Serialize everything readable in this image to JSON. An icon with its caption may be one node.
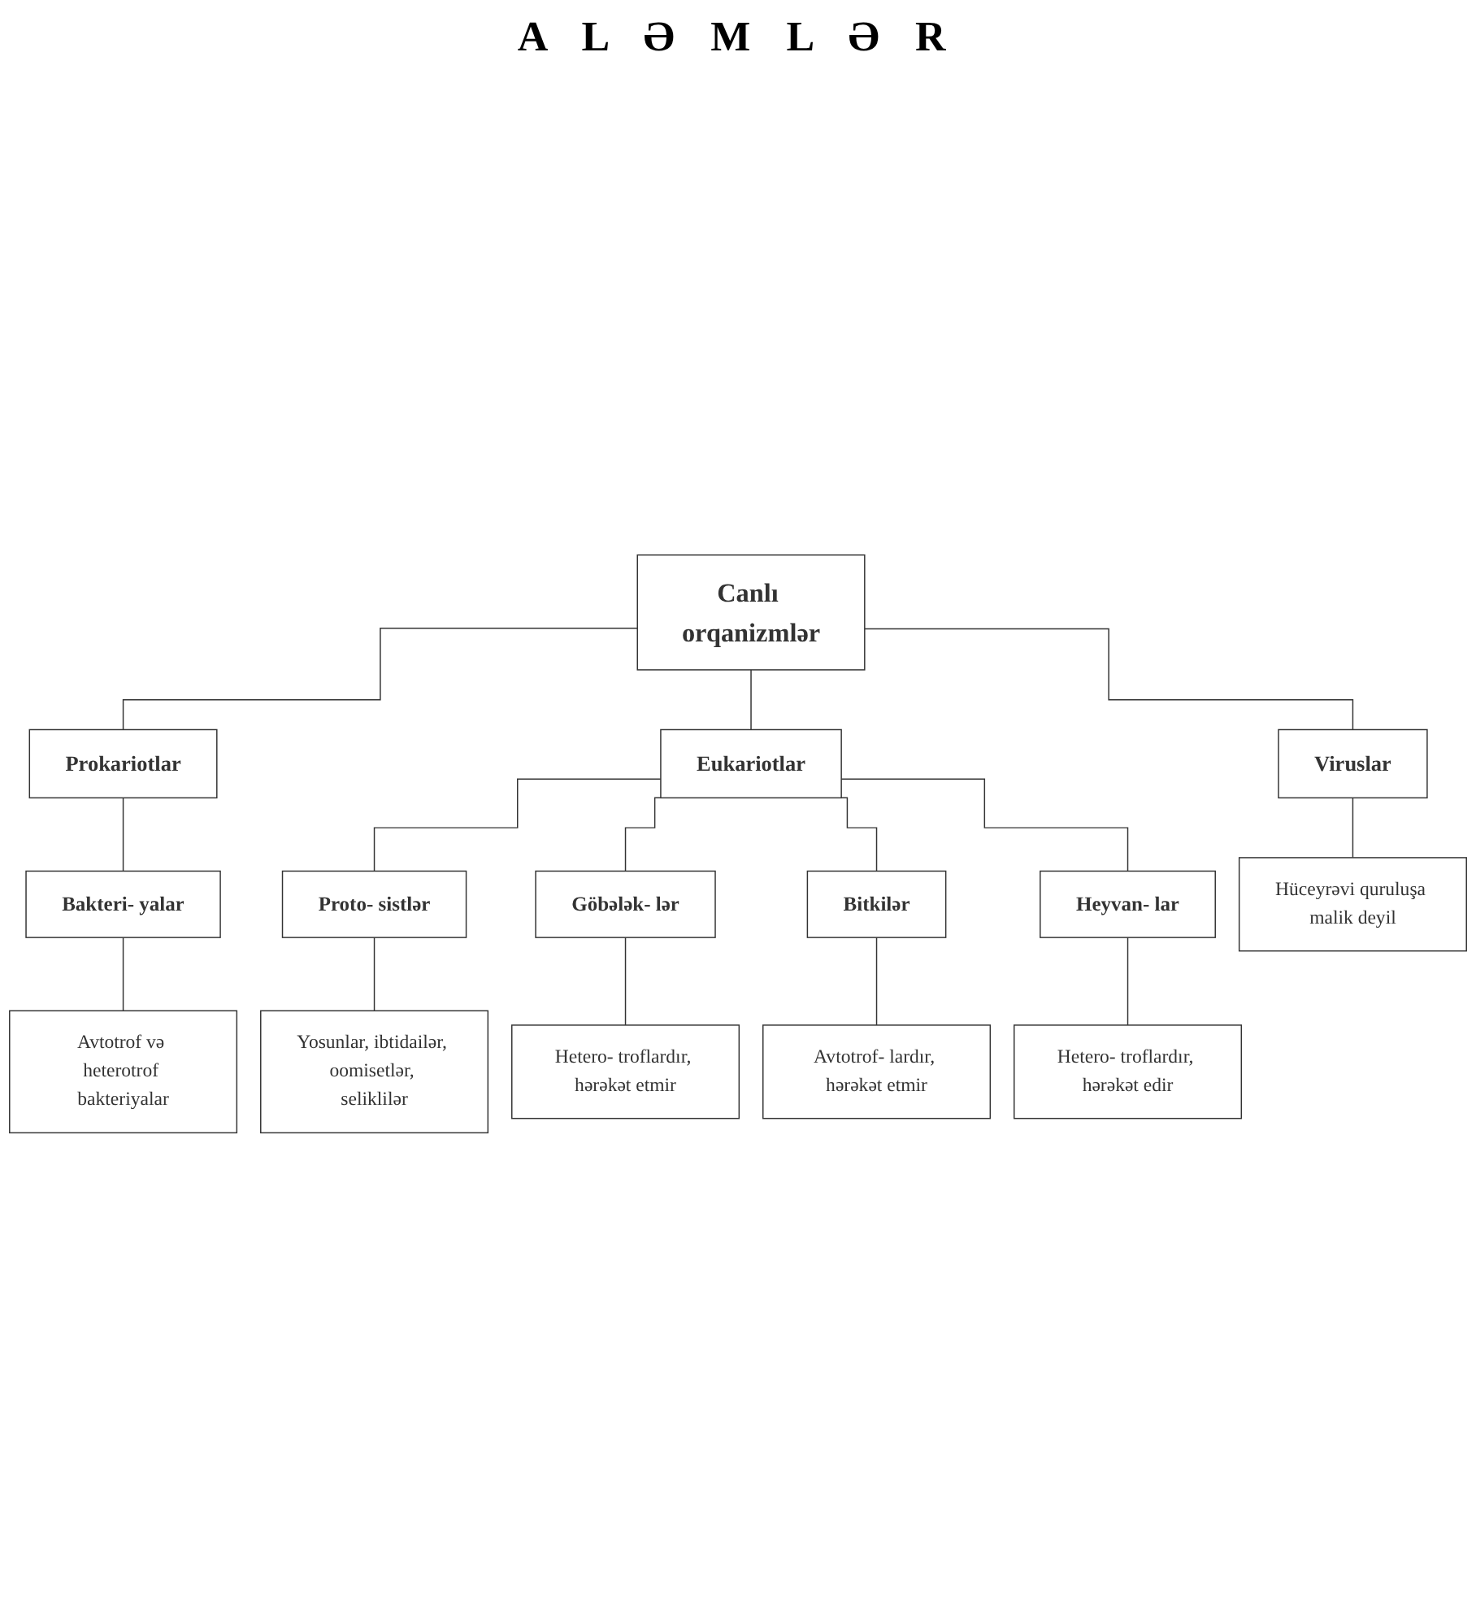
{
  "diagram": {
    "nodes": [
      {
        "text": [
          "Canlı orqanizmlər"
        ]
      },
      {
        "text": [
          "Prokariotlar"
        ]
      },
      {
        "text": [
          "Eukariotlar"
        ]
      },
      {
        "text": [
          "Viruslar"
        ]
      },
      {
        "text": [
          "Bakteri- yalar"
        ]
      },
      {
        "text": [
          "Proto- sistlər"
        ]
      },
      {
        "text": [
          "Göbələk- lər"
        ]
      },
      {
        "text": [
          "Bitkilər"
        ]
      },
      {
        "text": [
          "Heyvan- lar"
        ]
      },
      {
        "text": [
          "Avtotrof və heterotrof bakteriyalar"
        ]
      },
      {
        "text": [
          "Yosunlar, ibtidailər, oomisetlər, seliklilər"
        ]
      },
      {
        "text": [
          "Hetero- troflardır, hərəkət etmir"
        ]
      },
      {
        "text": [
          "Avtotrof- lardır, hərəkət etmir"
        ]
      },
      {
        "text": [
          "Hetero- troflardır, hərəkət edir"
        ]
      },
      {
        "text": [
          "Hüceyrəvi quruluşa malik deyil"
        ]
      }
    ],
    "edges": [
      {
        "from": 0,
        "to": 1,
        "arrow": "none"
      },
      {
        "from": 0,
        "to": 2,
        "arrow": "none"
      },
      {
        "from": 0,
        "to": 3,
        "arrow": "none"
      },
      {
        "from": 1,
        "to": 4,
        "arrow": "none"
      },
      {
        "from": 2,
        "to": 5,
        "arrow": "none"
      },
      {
        "from": 2,
        "to": 6,
        "arrow": "none"
      },
      {
        "from": 2,
        "to": 7,
        "arrow": "none"
      },
      {
        "from": 2,
        "to": 8,
        "arrow": "none"
      },
      {
        "from": 4,
        "to": 9,
        "arrow": "none"
      },
      {
        "from": 5,
        "to": 10,
        "arrow": "none"
      },
      {
        "from": 6,
        "to": 11,
        "arrow": "none"
      },
      {
        "from": 7,
        "to": 12,
        "arrow": "none"
      },
      {
        "from": 8,
        "to": 13,
        "arrow": "none"
      },
      {
        "from": 3,
        "to": 14,
        "arrow": "none"
      }
    ],
    "labels": [
      "A L Ə M L Ə R"
    ]
  }
}
